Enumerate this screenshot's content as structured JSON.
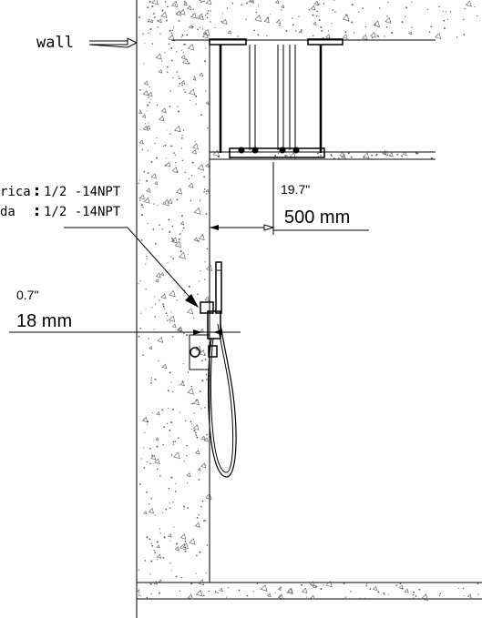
{
  "labels": {
    "wall": "wall",
    "hot_supply": "rica",
    "hot_spec": "1/2 -14NPT",
    "cold_supply": "da",
    "cold_spec": "1/2 -14NPT",
    "colon": ":"
  },
  "dimensions": {
    "head_offset_in": "19.7\"",
    "head_offset_mm": "500 mm",
    "valve_depth_in": "0.7\"",
    "valve_depth_mm": "18 mm"
  },
  "colors": {
    "line": "#000000",
    "speckle": "#555555"
  }
}
